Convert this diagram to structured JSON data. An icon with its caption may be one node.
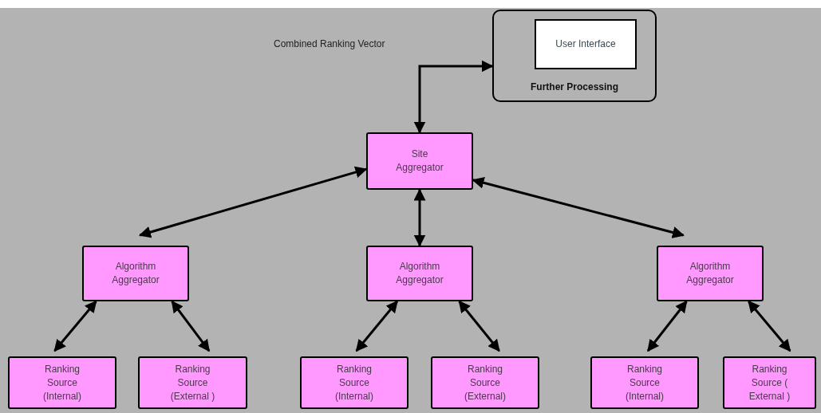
{
  "diagram": {
    "nodes": [
      {
        "text": [
          "Further Processing"
        ]
      },
      {
        "text": [
          "User Interface"
        ],
        "in": 0
      },
      {
        "text": [
          "Site Aggregator"
        ]
      },
      {
        "text": [
          "Algorithm Aggregator"
        ]
      },
      {
        "text": [
          "Algorithm Aggregator"
        ]
      },
      {
        "text": [
          "Algorithm Aggregator"
        ]
      },
      {
        "text": [
          "Ranking Source (Internal)"
        ]
      },
      {
        "text": [
          "Ranking Source (External )"
        ]
      },
      {
        "text": [
          "Ranking Source (Internal)"
        ]
      },
      {
        "text": [
          "Ranking Source (External)"
        ]
      },
      {
        "text": [
          "Ranking Source (Internal)"
        ]
      },
      {
        "text": [
          "Ranking Source ( External )"
        ]
      }
    ],
    "edges": [
      {
        "from": 2,
        "to": 0,
        "arrow": "both",
        "label": "Combined Ranking Vector"
      },
      {
        "from": 2,
        "to": 3,
        "arrow": "both"
      },
      {
        "from": 2,
        "to": 4,
        "arrow": "both"
      },
      {
        "from": 2,
        "to": 5,
        "arrow": "both"
      },
      {
        "from": 3,
        "to": 6,
        "arrow": "both"
      },
      {
        "from": 3,
        "to": 7,
        "arrow": "both"
      },
      {
        "from": 4,
        "to": 8,
        "arrow": "both"
      },
      {
        "from": 4,
        "to": 9,
        "arrow": "both"
      },
      {
        "from": 5,
        "to": 10,
        "arrow": "both"
      },
      {
        "from": 5,
        "to": 11,
        "arrow": "both"
      }
    ]
  }
}
